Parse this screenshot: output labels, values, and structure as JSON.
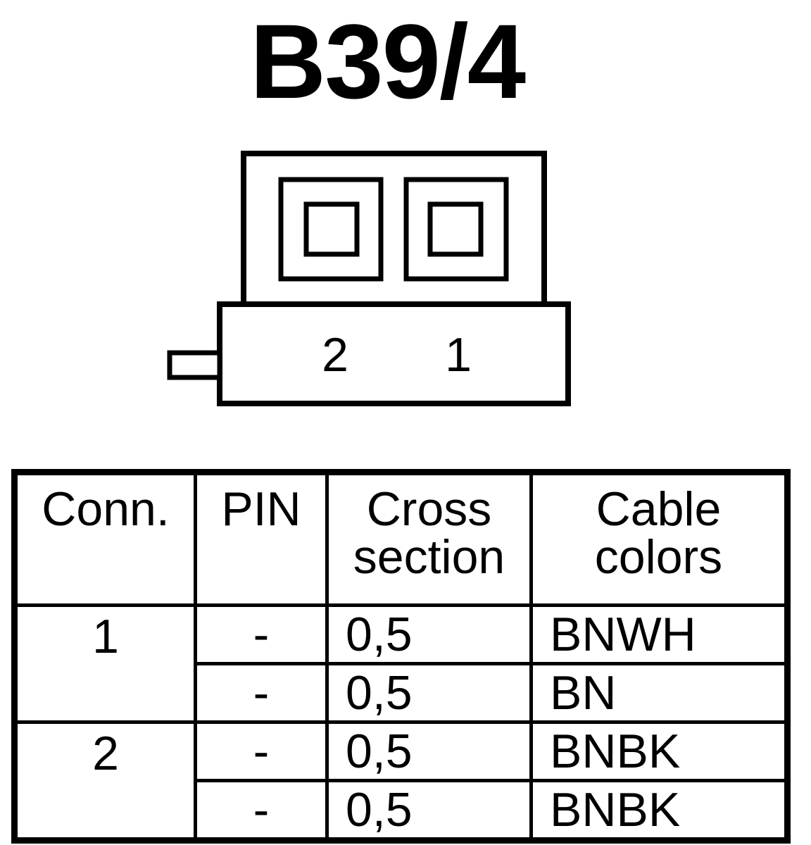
{
  "title": "B39/4",
  "connector": {
    "pin_labels": [
      "2",
      "1"
    ]
  },
  "table": {
    "headers": [
      [
        "Conn."
      ],
      [
        "PIN"
      ],
      [
        "Cross",
        "section"
      ],
      [
        "Cable",
        "colors"
      ]
    ],
    "groups": [
      {
        "conn": "1",
        "rows": [
          {
            "pin": "-",
            "cross_section": "0,5",
            "color": "BNWH"
          },
          {
            "pin": "-",
            "cross_section": "0,5",
            "color": "BN"
          }
        ]
      },
      {
        "conn": "2",
        "rows": [
          {
            "pin": "-",
            "cross_section": "0,5",
            "color": "BNBK"
          },
          {
            "pin": "-",
            "cross_section": "0,5",
            "color": "BNBK"
          }
        ]
      }
    ]
  }
}
